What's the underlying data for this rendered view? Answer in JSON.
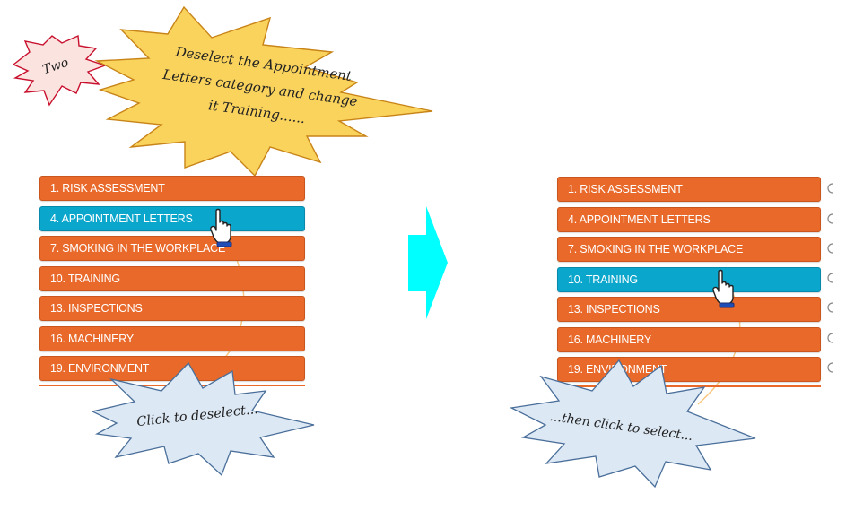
{
  "callouts": {
    "step": "Two",
    "instruction_lines": [
      "Deselect the Appointment",
      "Letters category and change",
      "it Training......"
    ],
    "left_action": "Click to deselect...",
    "right_action": "...then click to select..."
  },
  "before_panel": {
    "categories": [
      {
        "label": "1. RISK ASSESSMENT",
        "selected": false
      },
      {
        "label": "4. APPOINTMENT LETTERS",
        "selected": true
      },
      {
        "label": "7. SMOKING IN THE WORKPLACE",
        "selected": false
      },
      {
        "label": "10. TRAINING",
        "selected": false
      },
      {
        "label": "13. INSPECTIONS",
        "selected": false
      },
      {
        "label": "16. MACHINERY",
        "selected": false
      },
      {
        "label": "19. ENVIRONMENT",
        "selected": false
      }
    ]
  },
  "after_panel": {
    "categories": [
      {
        "label": "1. RISK ASSESSMENT",
        "selected": false
      },
      {
        "label": "4. APPOINTMENT LETTERS",
        "selected": false
      },
      {
        "label": "7. SMOKING IN THE WORKPLACE",
        "selected": false
      },
      {
        "label": "10. TRAINING",
        "selected": true
      },
      {
        "label": "13. INSPECTIONS",
        "selected": false
      },
      {
        "label": "16. MACHINERY",
        "selected": false
      },
      {
        "label": "19. ENVIRONMENT",
        "selected": false
      }
    ]
  },
  "colors": {
    "category_default": "#e8692a",
    "category_selected": "#0aa6cc",
    "arrow": "#00ffff",
    "step_burst": "#fbe3df",
    "instruction_burst": "#fad35d",
    "action_burst": "#dde8f5"
  },
  "icons": {
    "cursor": "hand-pointer-icon",
    "transition": "right-arrow-icon"
  }
}
